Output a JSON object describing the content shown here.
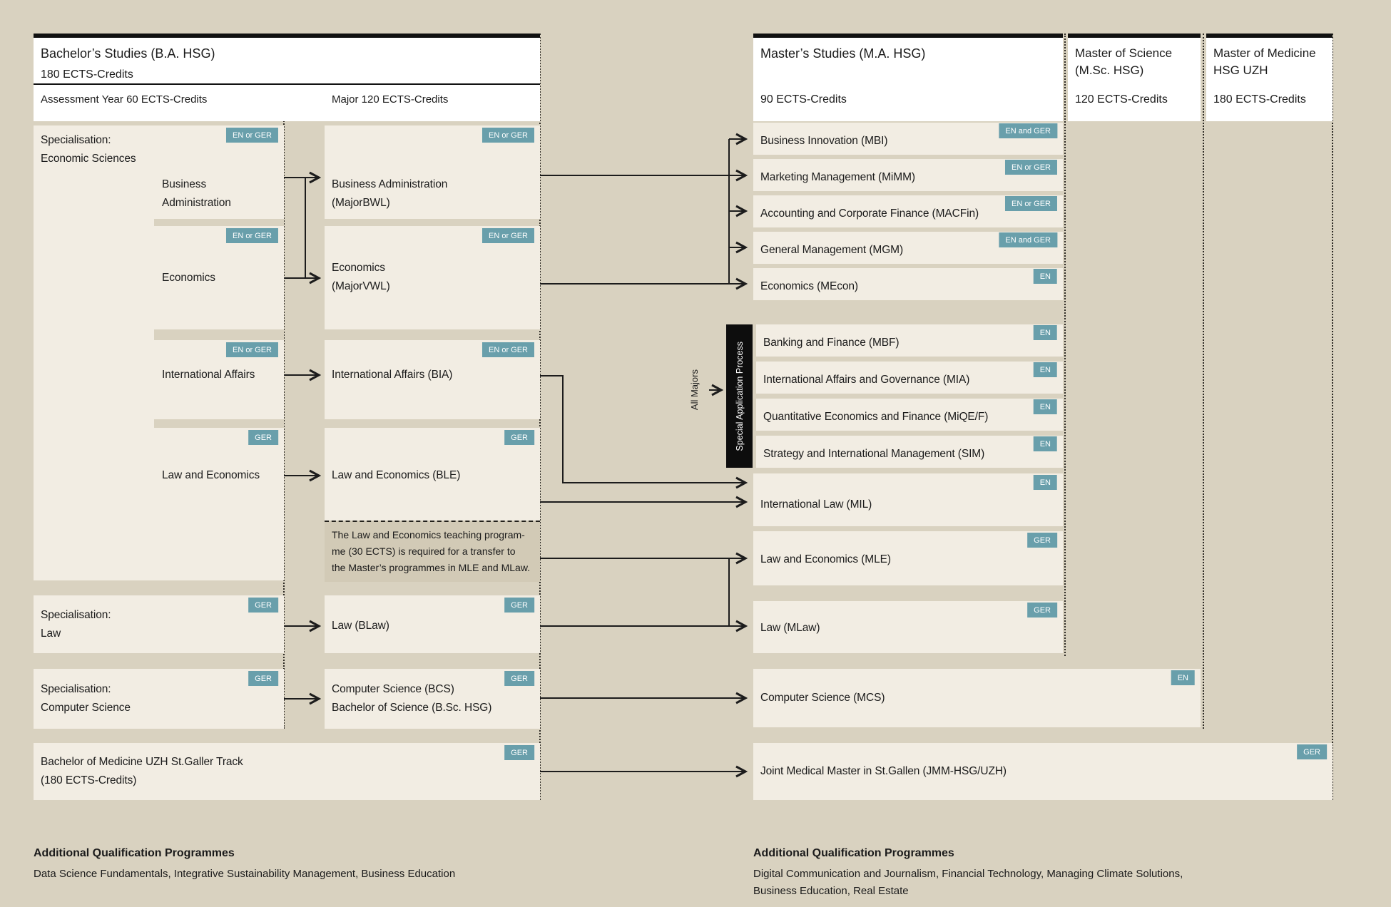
{
  "headers": {
    "bachelor": {
      "title": "Bachelor’s Studies (B.A. HSG)",
      "credits": "180 ECTS-Credits",
      "col_assessment": "Assessment Year 60 ECTS-Credits",
      "col_major": "Major 120 ECTS-Credits"
    },
    "master": {
      "title": "Master’s Studies (M.A. HSG)",
      "credits": "90 ECTS-Credits"
    },
    "msc": {
      "title_1": "Master of Science",
      "title_2": "(M.Sc. HSG)",
      "credits": "120 ECTS-Credits"
    },
    "mmed": {
      "title_1": "Master of Medicine",
      "title_2": "HSG UZH",
      "credits": "180 ECTS-Credits"
    }
  },
  "bachelor": {
    "econ_spec": {
      "line1": "Specialisation:",
      "line2": "Economic Sciences"
    },
    "assessment": [
      {
        "label_1": "Business",
        "label_2": "Administration",
        "badge": "EN or GER"
      },
      {
        "label_1": "Economics",
        "badge": "EN or GER"
      },
      {
        "label_1": "International Affairs",
        "badge": "EN or GER"
      },
      {
        "label_1": "Law and Economics",
        "badge": "GER"
      }
    ],
    "majors": [
      {
        "label_1": "Business Administration",
        "label_2": "(MajorBWL)",
        "badge": "EN or GER"
      },
      {
        "label_1": "Economics",
        "label_2": "(MajorVWL)",
        "badge": "EN or GER"
      },
      {
        "label_1": "International Affairs (BIA)",
        "badge": "EN or GER"
      },
      {
        "label_1": "Law and Economics (BLE)",
        "badge": "GER"
      }
    ],
    "note": {
      "line1": "The Law and Economics teaching program-",
      "line2": "me (30 ECTS) is required for a transfer to",
      "line3": "the Master’s programmes in MLE and MLaw."
    },
    "law_spec": {
      "line1": "Specialisation:",
      "line2": "Law",
      "badge": "GER"
    },
    "blaw": {
      "label": "Law (BLaw)",
      "badge": "GER"
    },
    "cs_spec": {
      "line1": "Specialisation:",
      "line2": "Computer Science",
      "badge": "GER"
    },
    "bcs": {
      "label_1": "Computer Science (BCS)",
      "label_2": "Bachelor of Science (B.Sc. HSG)",
      "badge": "GER"
    },
    "bmed": {
      "label_1": "Bachelor of Medicine UZH St.Galler Track",
      "label_2": "(180 ECTS-Credits)",
      "badge": "GER"
    }
  },
  "master": {
    "group1": [
      {
        "label": "Business Innovation (MBI)",
        "badge": "EN and GER"
      },
      {
        "label": "Marketing Management (MiMM)",
        "badge": "EN or GER"
      },
      {
        "label": "Accounting and Corporate Finance (MACFin)",
        "badge": "EN or GER"
      },
      {
        "label": "General Management (MGM)",
        "badge": "EN and GER"
      },
      {
        "label": "Economics (MEcon)",
        "badge": "EN"
      }
    ],
    "special": {
      "all_majors": "All Majors",
      "label": "Special Application Process"
    },
    "group2": [
      {
        "label": "Banking and Finance (MBF)",
        "badge": "EN"
      },
      {
        "label": "International Affairs and Governance (MIA)",
        "badge": "EN"
      },
      {
        "label": "Quantitative Economics and Finance (MiQE/F)",
        "badge": "EN"
      },
      {
        "label": "Strategy and International Management (SIM)",
        "badge": "EN"
      }
    ],
    "mil": {
      "label": "International Law (MIL)",
      "badge": "EN"
    },
    "mle": {
      "label": "Law and Economics (MLE)",
      "badge": "GER"
    },
    "mlaw": {
      "label": "Law (MLaw)",
      "badge": "GER"
    },
    "mcs": {
      "label": "Computer Science (MCS)",
      "badge": "EN"
    },
    "jmm": {
      "label": "Joint Medical Master in St.Gallen (JMM-HSG/UZH)",
      "badge": "GER"
    }
  },
  "footers": {
    "left": {
      "title": "Additional Qualification Programmes",
      "line1": "Data Science Fundamentals, Integrative Sustainability Management, Business Education"
    },
    "right": {
      "title": "Additional Qualification Programmes",
      "line1": "Digital Communication and Journalism, Financial Technology, Managing Climate Solutions,",
      "line2": "Business Education, Real Estate"
    }
  },
  "colors": {
    "background": "#d9d2c0",
    "box": "#f2ede3",
    "badge": "#699fab",
    "note": "#d2cab6",
    "black": "#111111"
  }
}
